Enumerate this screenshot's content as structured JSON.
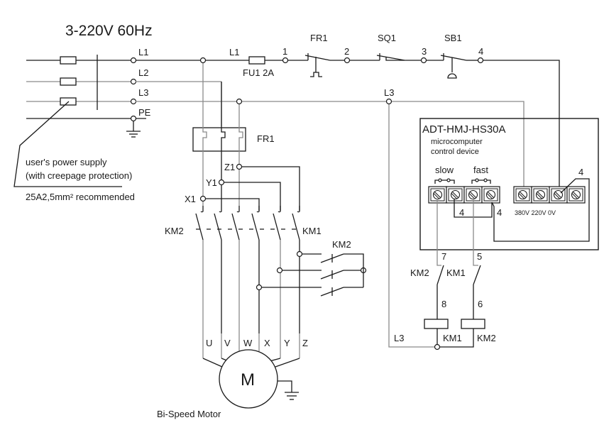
{
  "title": "3-220V 60Hz",
  "power_lines": {
    "l1": "L1",
    "l2": "L2",
    "l3": "L3",
    "pe": "PE"
  },
  "supply_note": {
    "line1": "user's power supply",
    "line2": "(with creepage protection)",
    "line3": "25A2,5mm² recommended"
  },
  "control_circuit": {
    "l1_label": "L1",
    "fuse_label": "FU1 2A",
    "node_1": "1",
    "node_2": "2",
    "node_3": "3",
    "node_4": "4",
    "thermal_relay": "FR1",
    "limit_switch": "SQ1",
    "push_button": "SB1",
    "l3_label": "L3"
  },
  "power_circuit": {
    "thermal_relay": "FR1",
    "taps": [
      "X1",
      "Y1",
      "Z1"
    ],
    "contactor_left": "KM2",
    "contactor_right": "KM1",
    "star_contactor": "KM2",
    "motor_terminals": [
      "U",
      "V",
      "W",
      "X",
      "Y",
      "Z"
    ],
    "motor_symbol": "M",
    "motor_label": "Bi-Speed Motor"
  },
  "controller": {
    "model": "ADT-HMJ-HS30A",
    "desc1": "microcomputer",
    "desc2": "control device",
    "slow_label": "slow",
    "fast_label": "fast",
    "bridge_label": "4",
    "fast_out_label": "4",
    "supply_wire_label": "4",
    "voltage_labels": "380V 220V 0V"
  },
  "coil_circuit": {
    "node_7": "7",
    "node_5": "5",
    "node_8": "8",
    "node_6": "6",
    "interlock_left": "KM2",
    "interlock_right": "KM1",
    "coil_left": "KM1",
    "coil_right": "KM2",
    "l3_label": "L3"
  }
}
